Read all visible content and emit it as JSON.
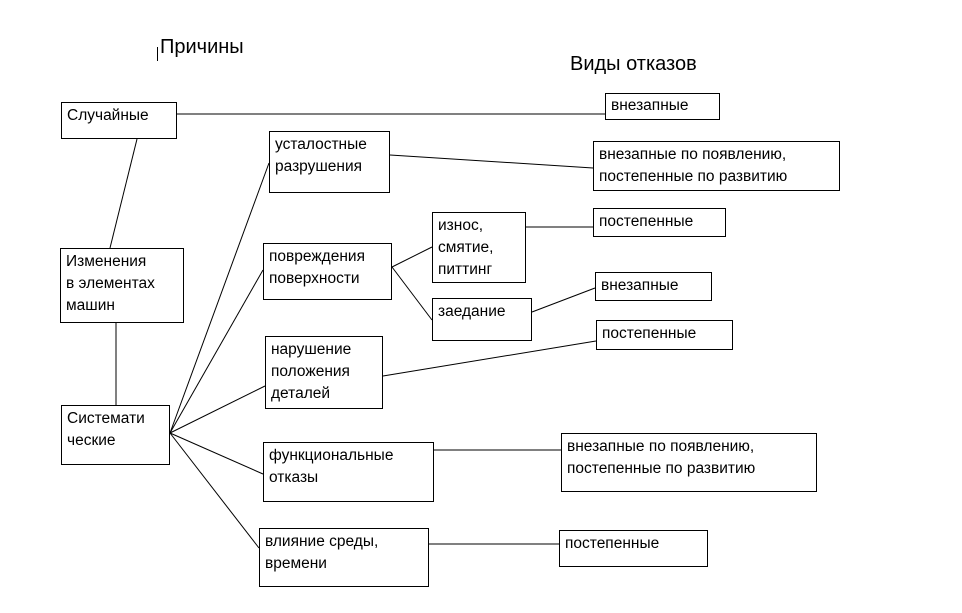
{
  "headers": {
    "causes": "Причины",
    "failure_types": "Виды отказов"
  },
  "causes": {
    "random": "Случайные",
    "changes": "Изменения\nв элементах\nмашин",
    "systematic": "Системати\nческие"
  },
  "mechanisms": {
    "fatigue": "усталостные\nразрушения",
    "surface_damage": "повреждения\nповерхности",
    "wear": "износ,\nсмятие,\nпиттинг",
    "seizure": "заедание",
    "misalignment": "нарушение\nположения\nдеталей",
    "functional": "функциональные\nотказы",
    "environment": "влияние среды,\nвремени"
  },
  "failures": {
    "sudden_top": "внезапные",
    "fatigue_result": "внезапные по появлению,\nпостепенные по развитию",
    "wear_result": "постепенные",
    "seizure_result": "внезапные",
    "misalignment_result": "постепенные",
    "functional_result": "внезапные по появлению,\nпостепенные по развитию",
    "environment_result": "постепенные"
  }
}
